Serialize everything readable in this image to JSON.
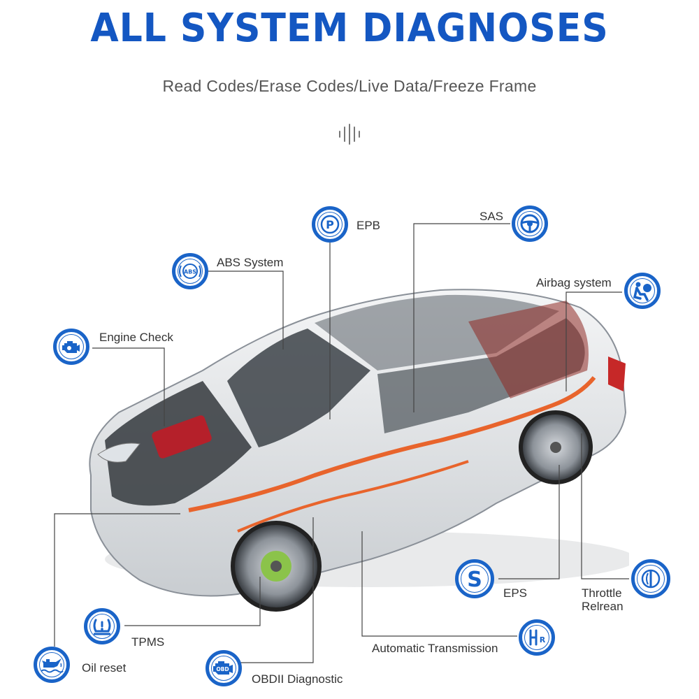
{
  "header": {
    "title": "ALL SYSTEM DIAGNOSES",
    "subtitle": "Read Codes/Erase Codes/Live Data/Freeze Frame"
  },
  "colors": {
    "accent": "#1a64c8",
    "title": "#1457c2",
    "highlight_orange": "#e8642c"
  },
  "features": {
    "epb": {
      "label": "EPB",
      "icon": "parking-brake-icon"
    },
    "sas": {
      "label": "SAS",
      "icon": "steering-wheel-icon"
    },
    "abs": {
      "label": "ABS System",
      "icon": "abs-icon",
      "icon_text": "ABS"
    },
    "airbag": {
      "label": "Airbag system",
      "icon": "airbag-icon"
    },
    "engine": {
      "label": "Engine Check",
      "icon": "engine-icon"
    },
    "eps": {
      "label": "EPS",
      "icon": "eps-icon",
      "icon_text": "S"
    },
    "throttle": {
      "label_line1": "Throttle",
      "label_line2": "Relrean",
      "icon": "throttle-icon"
    },
    "transmission": {
      "label": "Automatic Transmission",
      "icon": "gearbox-icon"
    },
    "tpms": {
      "label": "TPMS",
      "icon": "tpms-icon"
    },
    "oil": {
      "label": "Oil reset",
      "icon": "oil-can-icon"
    },
    "obd": {
      "label": "OBDII Diagnostic",
      "icon": "obd-icon",
      "icon_text": "OBD"
    }
  }
}
